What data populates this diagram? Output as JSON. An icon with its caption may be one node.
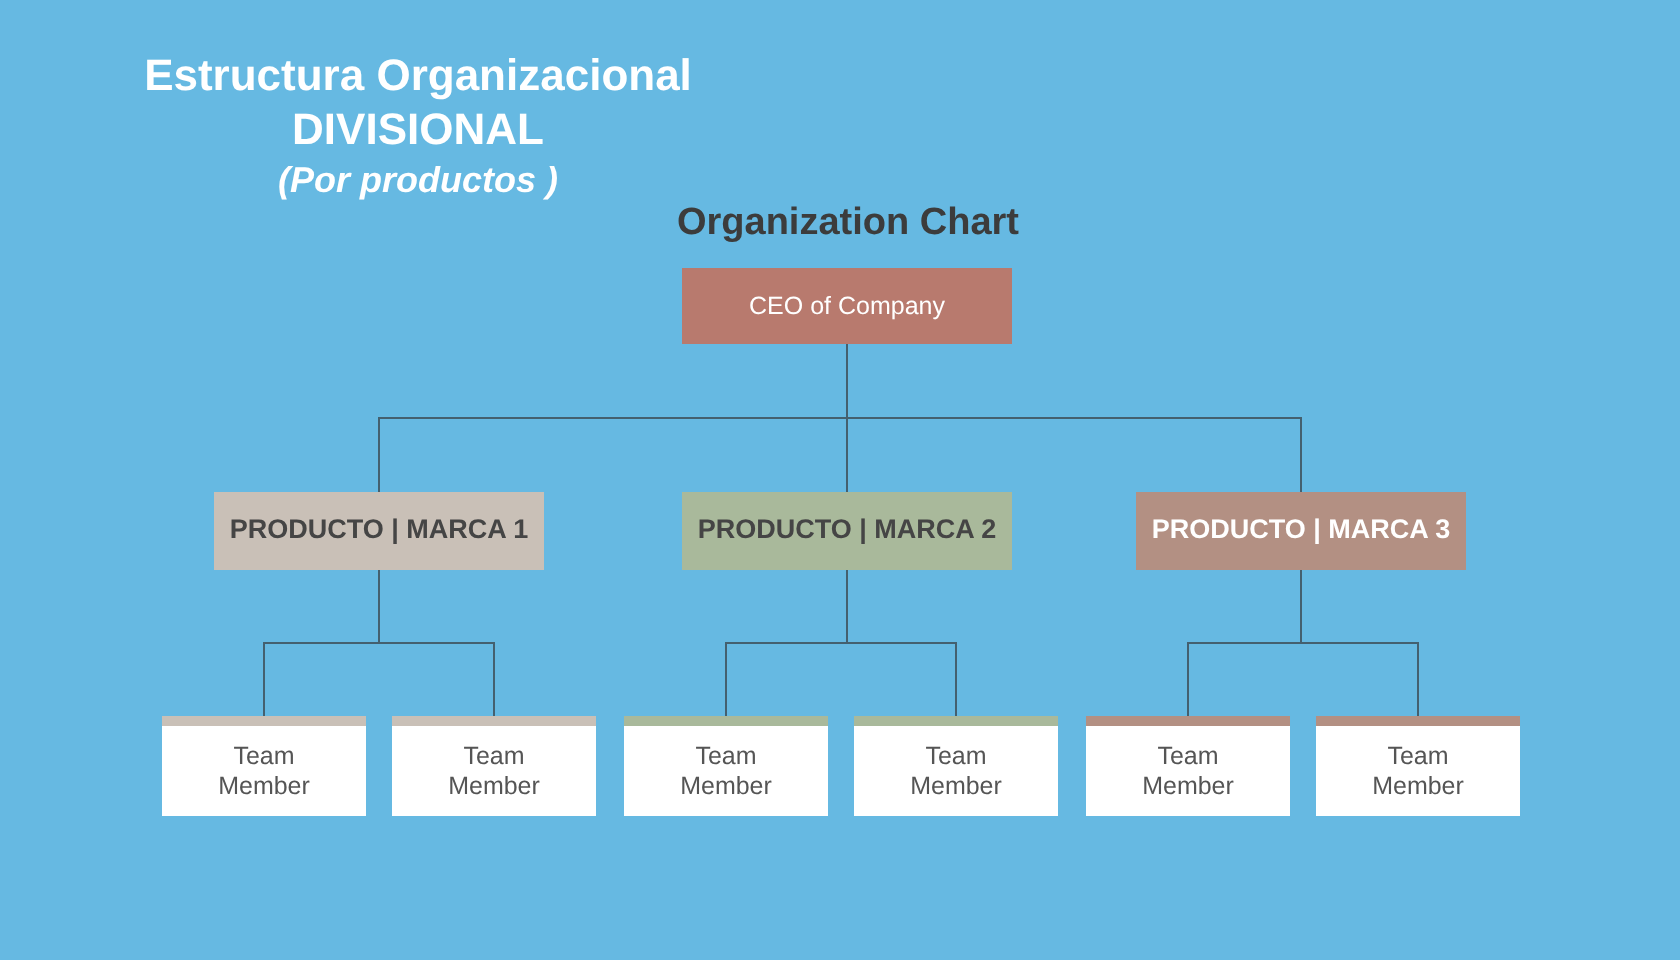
{
  "diagram": {
    "title": "Estructura Organizacional DIVISIONAL",
    "nodes": [
      {
        "text": [
          "CEO of Company"
        ]
      },
      {
        "text": [
          "PRODUCTO | MARCA 1"
        ]
      },
      {
        "text": [
          "PRODUCTO | MARCA 2"
        ]
      },
      {
        "text": [
          "PRODUCTO | MARCA 3"
        ]
      },
      {
        "text": [
          "Team Member"
        ]
      },
      {
        "text": [
          "Team Member"
        ]
      },
      {
        "text": [
          "Team Member"
        ]
      },
      {
        "text": [
          "Team Member"
        ]
      },
      {
        "text": [
          "Team Member"
        ]
      },
      {
        "text": [
          "Team Member"
        ]
      }
    ],
    "edges": [
      {
        "from": 0,
        "to": 1,
        "arrow": "none"
      },
      {
        "from": 0,
        "to": 2,
        "arrow": "none"
      },
      {
        "from": 0,
        "to": 3,
        "arrow": "none"
      },
      {
        "from": 1,
        "to": 4,
        "arrow": "none"
      },
      {
        "from": 1,
        "to": 5,
        "arrow": "none"
      },
      {
        "from": 2,
        "to": 6,
        "arrow": "none"
      },
      {
        "from": 2,
        "to": 7,
        "arrow": "none"
      },
      {
        "from": 3,
        "to": 8,
        "arrow": "none"
      },
      {
        "from": 3,
        "to": 9,
        "arrow": "none"
      }
    ],
    "labels": [
      "(Por productos )",
      "Organization Chart"
    ]
  }
}
